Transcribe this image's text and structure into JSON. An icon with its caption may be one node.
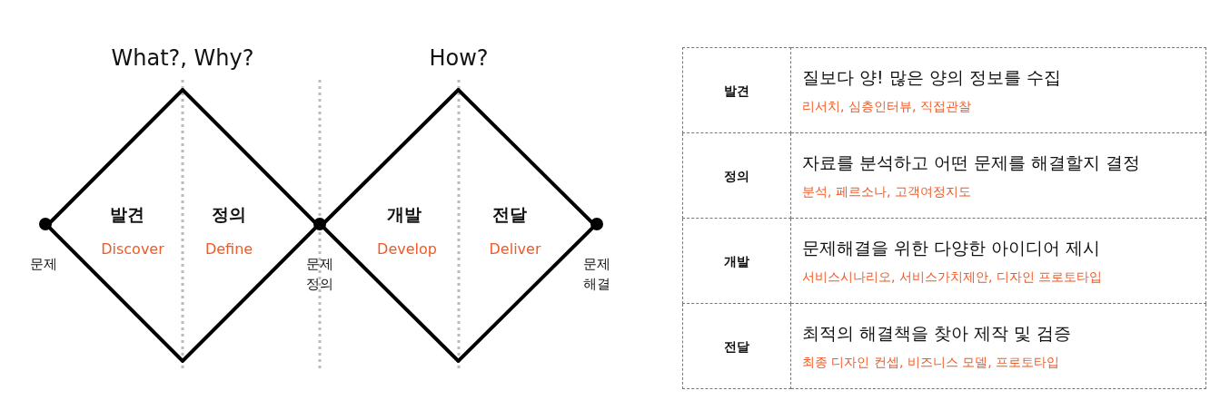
{
  "diagram": {
    "nodes": [
      {
        "text": [],
        "shape": "circle"
      },
      {
        "text": [
          "발견",
          "Discover",
          "정의",
          "Define"
        ]
      },
      {
        "text": [],
        "shape": "circle"
      },
      {
        "text": [
          "개발",
          "Develop",
          "전달",
          "Deliver"
        ]
      },
      {
        "text": [],
        "shape": "circle"
      }
    ],
    "edges": [],
    "labels": [
      "What?, Why?",
      "How?",
      "문제",
      "문제 정의",
      "문제 해결",
      "발견",
      "질보다 양! 많은 양의 정보를 수집",
      "리서치, 심층인터뷰, 직접관찰",
      "정의",
      "자료를 분석하고 어떤 문제를 해결할지 결정",
      "분석, 페르소나, 고객여정지도",
      "개발",
      "문제해결을 위한 다양한 아이디어 제시",
      "서비스시나리오, 서비스가치제안, 디자인 프로토타입",
      "전달",
      "최적의 해결책을 찾아 제작 및 검증",
      "최종 디자인 컨셉, 비즈니스 모델, 프로토타입"
    ]
  }
}
